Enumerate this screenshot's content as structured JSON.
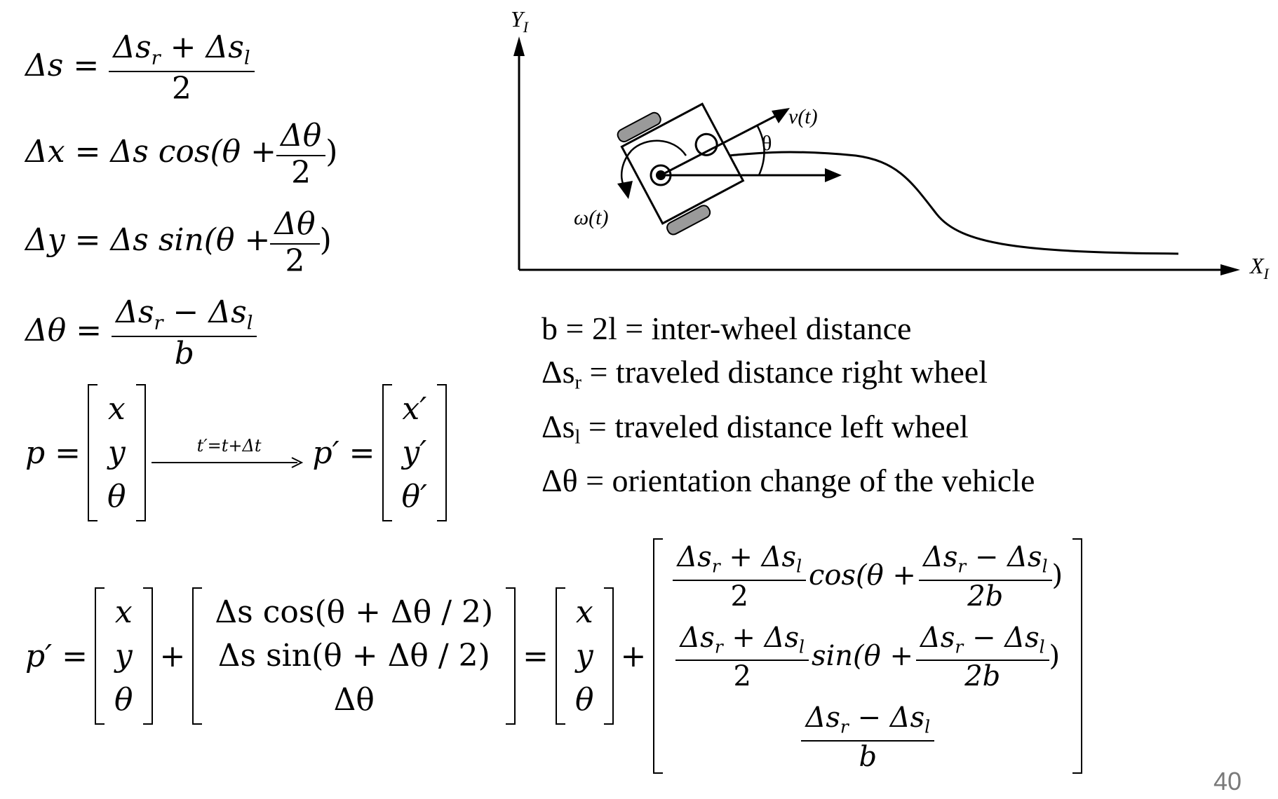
{
  "equations": {
    "ds": {
      "lhs": "Δs =",
      "num": "Δs",
      "num_r": "r",
      "num_op": " + Δs",
      "num_l": "l",
      "den": "2"
    },
    "dx": {
      "lhs": "Δx = Δs cos(θ +",
      "num": "Δθ",
      "den": "2",
      "close": ")"
    },
    "dy": {
      "lhs": "Δy = Δs sin(θ +",
      "num": "Δθ",
      "den": "2",
      "close": ")"
    },
    "dtheta": {
      "lhs": "Δθ =",
      "num": "Δs",
      "num_r": "r",
      "num_op": " − Δs",
      "num_l": "l",
      "den": "b"
    },
    "pose": {
      "lhs": "p =",
      "vec": [
        "x",
        "y",
        "θ"
      ],
      "arrow_label": "t′=t+Δt",
      "rhs": "p′ =",
      "vec2": [
        "x′",
        "y′",
        "θ′"
      ]
    },
    "update": {
      "lhs": "p′ =",
      "vec": [
        "x",
        "y",
        "θ"
      ],
      "plus": "+",
      "delta": [
        "Δs cos(θ + Δθ / 2)",
        "Δs sin(θ + Δθ / 2)",
        "Δθ"
      ],
      "eq": "=",
      "vec2": [
        "x",
        "y",
        "θ"
      ],
      "plus2": "+",
      "row1_num": "Δs",
      "row1_op": " + Δs",
      "row1_den": "2",
      "row1_fn": "cos(θ +",
      "row1_num2": "Δs",
      "row1_op2": " − Δs",
      "row1_den2": "2b",
      "row1_close": ")",
      "row2_num": "Δs",
      "row2_op": " + Δs",
      "row2_den": "2",
      "row2_fn": "sin(θ +",
      "row2_num2": "Δs",
      "row2_op2": " − Δs",
      "row2_den2": "2b",
      "row2_close": ")",
      "row3_num": "Δs",
      "row3_op": " − Δs",
      "row3_den": "b",
      "sub_r": "r",
      "sub_l": "l"
    }
  },
  "diagram": {
    "y_axis_label": "Y",
    "y_axis_sub": "I",
    "x_axis_label": "X",
    "x_axis_sub": "I",
    "velocity_label": "v(t)",
    "omega_label": "ω(t)",
    "theta_label": "θ"
  },
  "legend": {
    "line1": "b = 2l = inter-wheel distance",
    "line2_a": "Δs",
    "line2_sub": "r",
    "line2_b": " = traveled distance right wheel",
    "line3_a": "Δs",
    "line3_sub": "l",
    "line3_b": " = traveled distance left wheel",
    "line4": "Δθ = orientation change of the vehicle"
  },
  "page_number": "40"
}
